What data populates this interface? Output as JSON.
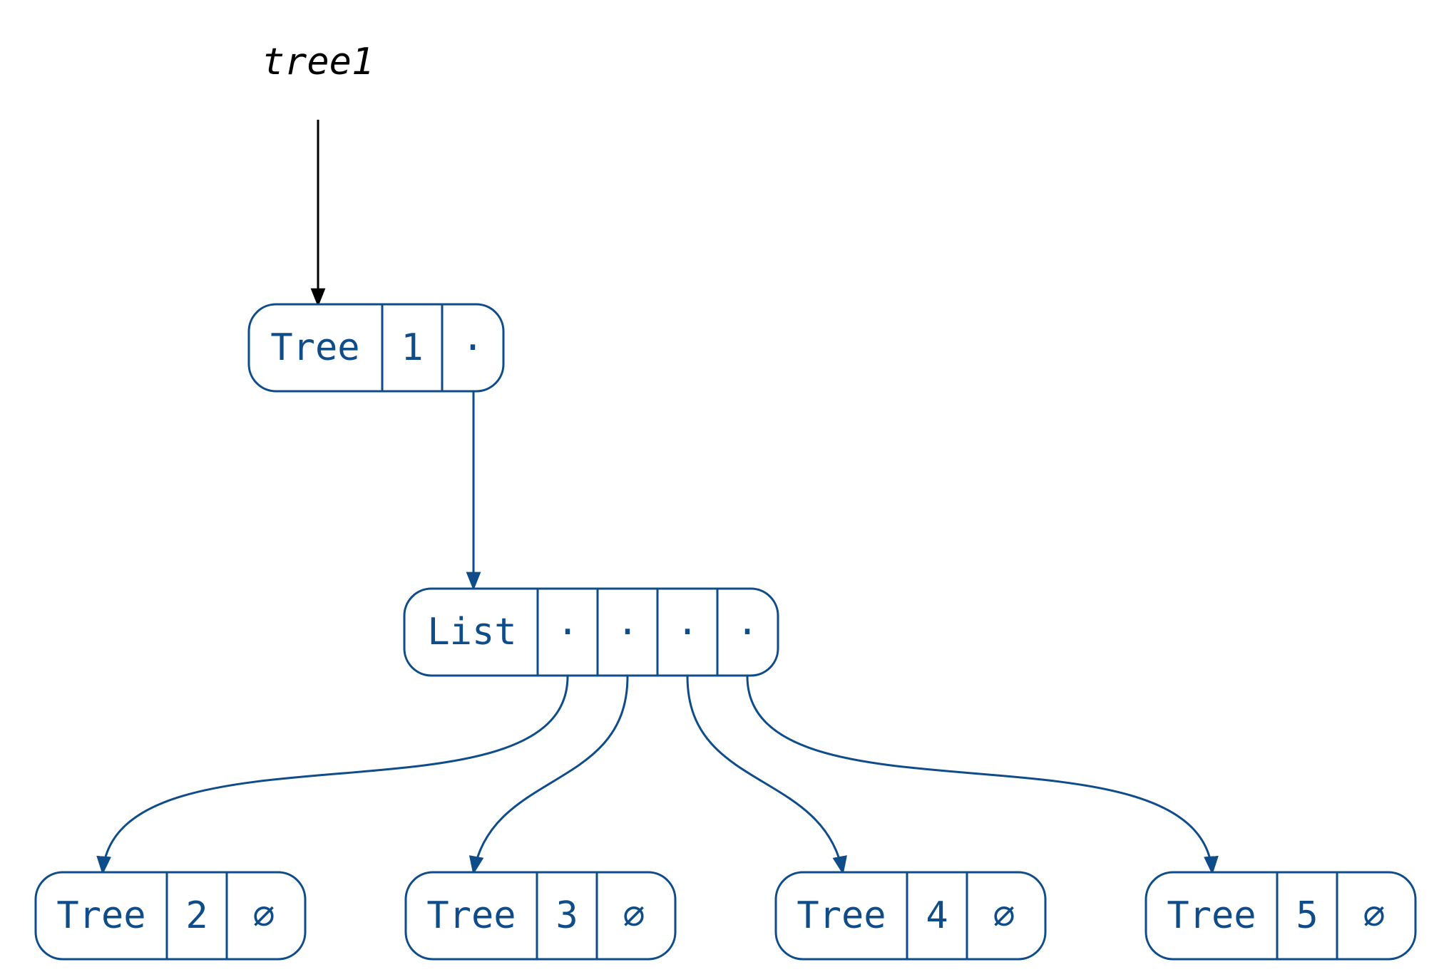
{
  "colors": {
    "node": "#0f4c8a",
    "root_arrow": "#000000",
    "background": "#ffffff"
  },
  "root_label": "tree1",
  "nodes": {
    "tree1": {
      "cells": [
        "Tree",
        "1",
        "·"
      ]
    },
    "list": {
      "cells": [
        "List",
        "·",
        "·",
        "·",
        "·"
      ]
    },
    "tree2": {
      "cells": [
        "Tree",
        "2",
        "∅"
      ]
    },
    "tree3": {
      "cells": [
        "Tree",
        "3",
        "∅"
      ]
    },
    "tree4": {
      "cells": [
        "Tree",
        "4",
        "∅"
      ]
    },
    "tree5": {
      "cells": [
        "Tree",
        "5",
        "∅"
      ]
    }
  }
}
